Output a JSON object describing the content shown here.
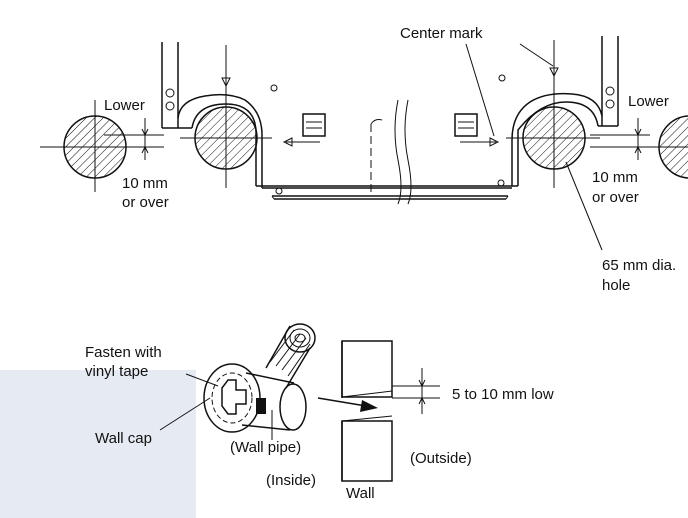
{
  "labels": {
    "center_mark": "Center mark",
    "lower_left": "Lower",
    "lower_right": "Lower",
    "gap_left_1": "10 mm",
    "gap_left_2": "or over",
    "gap_right_1": "10 mm",
    "gap_right_2": "or over",
    "hole_1": "65 mm dia.",
    "hole_2": "hole",
    "fasten_1": "Fasten with",
    "fasten_2": "vinyl tape",
    "wall_cap": "Wall cap",
    "wall_pipe": "(Wall pipe)",
    "inside": "(Inside)",
    "outside": "(Outside)",
    "wall": "Wall",
    "slope": "5 to 10 mm low"
  },
  "colors": {
    "line": "#111111",
    "panel": "#e6ebf3",
    "background": "#ffffff"
  }
}
